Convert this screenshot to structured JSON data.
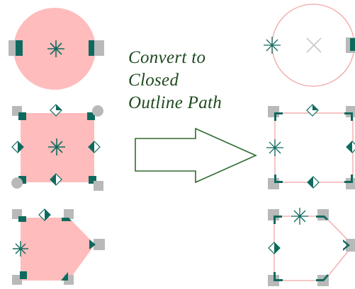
{
  "caption": {
    "lines": [
      "Convert to",
      "Closed",
      "Outline Path"
    ]
  },
  "colors": {
    "fill": "#ffbcbc",
    "outline": "#f2a6a6",
    "handle_gray": "#b9b9b9",
    "handle_teal": "#0e6a5e",
    "caption_text": "#1f4a1f",
    "arrow_stroke": "#2e6b2e"
  },
  "icons": {
    "center_marker": "asterisk",
    "side_handle": "diamond",
    "corner_handle": "square",
    "round_corner_handle": "circle"
  }
}
